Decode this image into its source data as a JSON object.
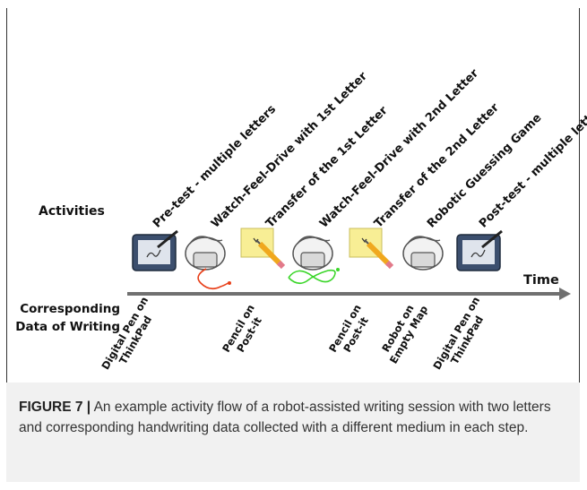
{
  "figure": {
    "activities_heading": "Activities",
    "data_heading": "Corresponding Data of Writing",
    "time_label": "Time",
    "activities": [
      {
        "label": "Pre-test - multiple letters",
        "icon": "tablet-icon"
      },
      {
        "label": "Watch-Feel-Drive with 1st Letter",
        "icon": "haptic-robot-icon"
      },
      {
        "label": "Transfer of the 1st Letter",
        "icon": "post-it-pencil-icon"
      },
      {
        "label": "Watch-Feel-Drive with 2nd Letter",
        "icon": "haptic-robot-icon"
      },
      {
        "label": "Transfer of the 2nd Letter",
        "icon": "post-it-pencil-icon"
      },
      {
        "label": "Robotic Guessing Game",
        "icon": "haptic-robot-icon"
      },
      {
        "label": "Post-test - multiple letters",
        "icon": "tablet-icon"
      }
    ],
    "data_items": [
      {
        "line1": "Digital Pen on",
        "line2": "ThinkPad"
      },
      {
        "line1": "Pencil on",
        "line2": "Post-it"
      },
      {
        "line1": "Pencil on",
        "line2": "Post-it"
      },
      {
        "line1": "Robot on",
        "line2": "Empty Map"
      },
      {
        "line1": "Digital Pen on",
        "line2": "ThinkPad"
      }
    ],
    "colors": {
      "arrow": "#707070",
      "trace_first_letter": "#e8401a",
      "trace_second_letter": "#3bd62a",
      "post_it": "#f8ee95",
      "tablet": "#3c4f6e"
    }
  },
  "caption": {
    "number": "FIGURE 7 |",
    "text": " An example activity flow of a robot-assisted writing session with two letters and corresponding handwriting data collected with a different medium in each step."
  }
}
